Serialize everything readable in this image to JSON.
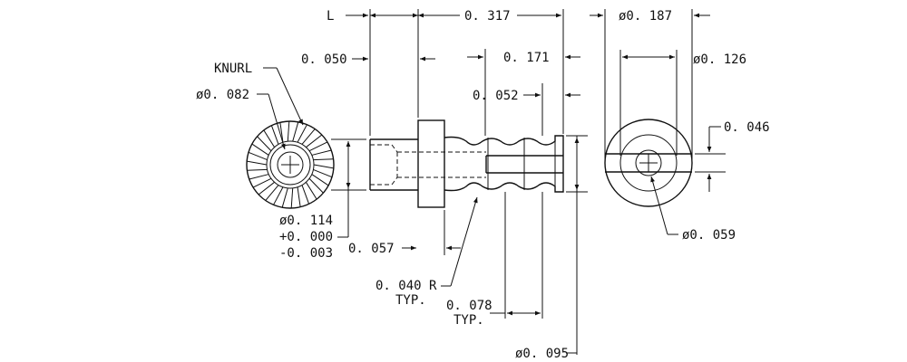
{
  "dimensions": {
    "length_label": "L",
    "overall_length": "0. 317",
    "knurl_od": "ø0. 187",
    "face_width": "0. 050",
    "slot_depth": "0. 171",
    "groove_od": "ø0. 126",
    "groove_pos": "0. 052",
    "slot_width": "0. 046",
    "knurl_note": "KNURL",
    "bore_dia": "ø0. 082",
    "shank_dia": "ø0. 114",
    "shank_tol_plus": "+0. 000",
    "shank_tol_minus": "-0. 003",
    "flange_width": "0. 057",
    "hole_dia": "ø0. 059",
    "groove_radius": "0. 040  R",
    "groove_radius_note": "TYP.",
    "groove_pitch": "0. 078",
    "groove_pitch_note": "TYP.",
    "tip_dia": "ø0. 095"
  }
}
